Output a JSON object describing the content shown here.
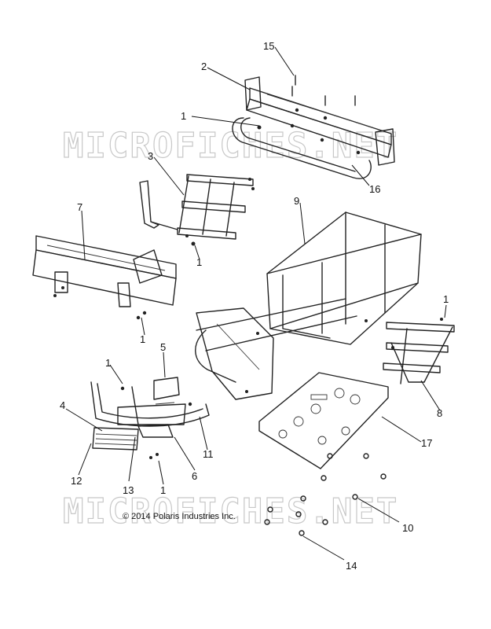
{
  "watermark": "MICROFICHES.NET",
  "copyright": "© 2014 Polaris Industries Inc.",
  "callouts": {
    "c15": "15",
    "c2": "2",
    "c1a": "1",
    "c16": "16",
    "c3": "3",
    "c7": "7",
    "c1b": "1",
    "c9": "9",
    "c1c": "1",
    "c1d": "1",
    "c5": "5",
    "c1e": "1",
    "c8": "8",
    "c4": "4",
    "c11": "11",
    "c17": "17",
    "c12": "12",
    "c13": "13",
    "c1f": "1",
    "c6": "6",
    "c10": "10",
    "c14": "14"
  }
}
